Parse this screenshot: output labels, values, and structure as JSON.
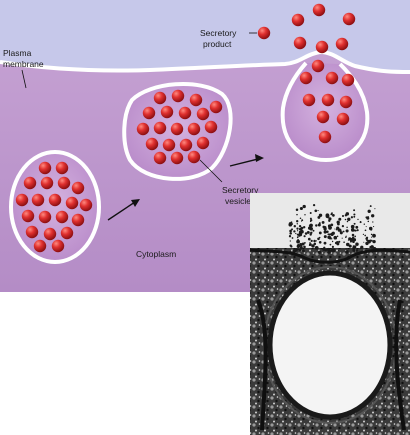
{
  "labels": {
    "plasma_membrane": [
      "Plasma",
      "membrane"
    ],
    "secretory_product": [
      "Secretory",
      "product"
    ],
    "secretory_vesicle": [
      "Secretory",
      "vesicle"
    ],
    "cytoplasm": "Cytoplasm"
  },
  "colors": {
    "background_outside": "#c4c6e8",
    "cytoplasm": "#b994c8",
    "membrane": "#ffffff",
    "vesicle_interior": "#c59cd1",
    "granule": "#d8242a",
    "micrograph_dark": "#1e1e1e",
    "micrograph_light": "#f2f2f2"
  },
  "icons": {
    "arrow": "arrow-icon",
    "granule": "secretory-granule-icon"
  }
}
